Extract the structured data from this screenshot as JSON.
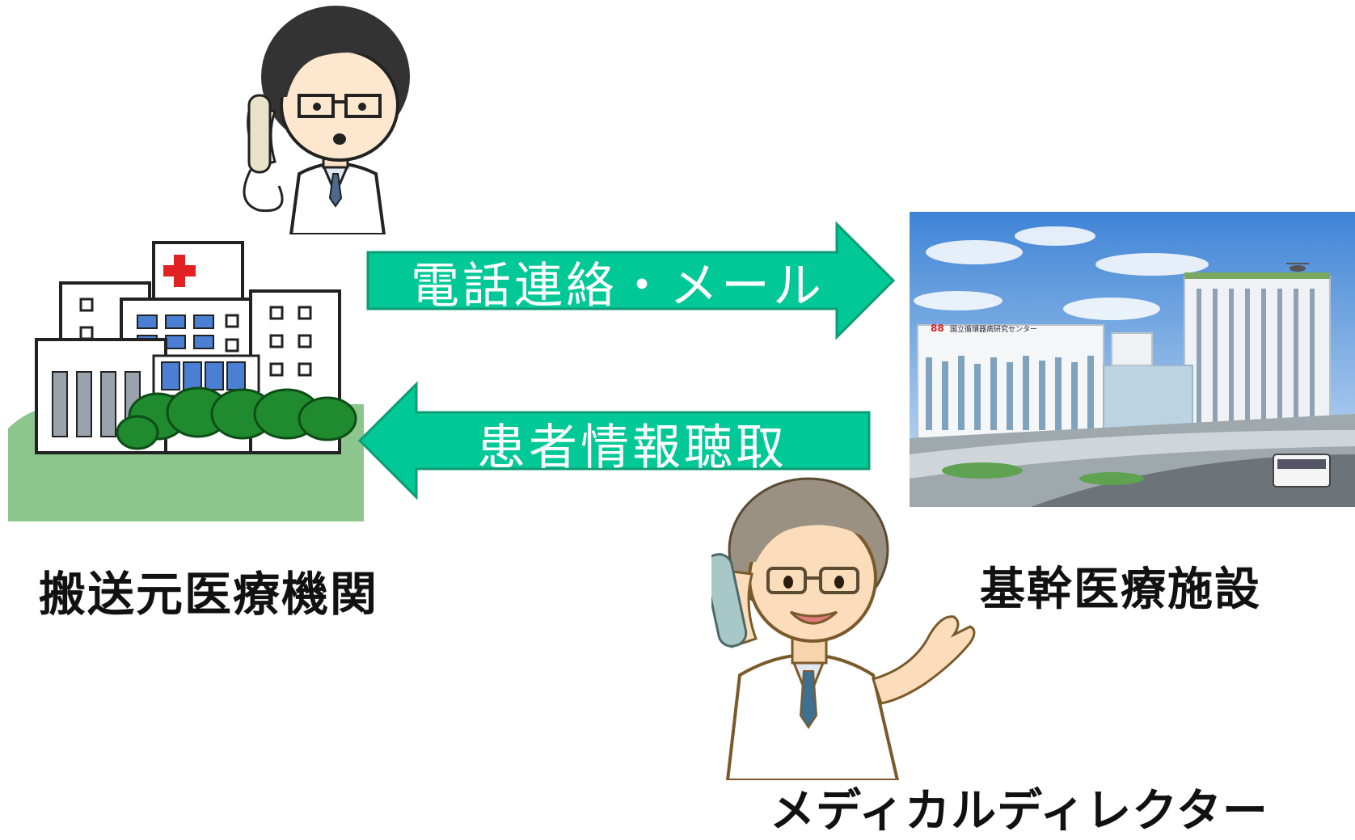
{
  "arrows": {
    "to_facility": "電話連絡・メール",
    "to_origin": "患者情報聴取"
  },
  "labels": {
    "origin_facility": "搬送元医療機関",
    "core_facility": "基幹医療施設",
    "medical_director": "メディカルディレクター"
  },
  "photo": {
    "sign_number": "88",
    "sign_text": "国立循環器病研究センター"
  },
  "colors": {
    "arrow": "#00c897",
    "text": "#111111"
  }
}
